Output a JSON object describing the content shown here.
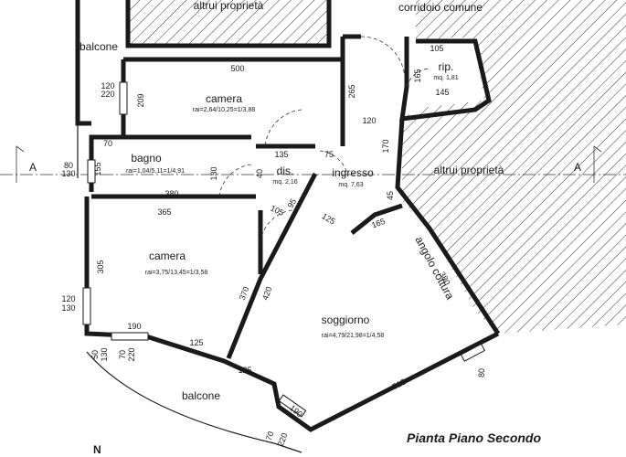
{
  "title": "Pianta Piano Secondo",
  "north": "N",
  "section_marks": [
    "A",
    "A"
  ],
  "rooms": {
    "altrui_top": "altrui proprietà",
    "corridoio": "corridoio comune",
    "balcone_top": "balcone",
    "camera1": "camera",
    "camera1_ratio": "rai=2,64/10,25=1/3,88",
    "rip": "rip.",
    "rip_area": "mq. 1,81",
    "bagno": "bagno",
    "bagno_ratio": "rai=1,04/5,11=1/4,91",
    "dis": "dis.",
    "dis_area": "mq. 2,16",
    "ingresso": "ingresso",
    "ingresso_area": "mq. 7,63",
    "altrui_right": "altrui proprietà",
    "camera2": "camera",
    "camera2_ratio": "rai=3,75/13,45=1/3,58",
    "soggiorno": "soggiorno",
    "soggiorno_ratio": "rai=4,79/21,98=1/4,58",
    "angolo": "angolo cottura",
    "balcone_bottom": "balcone"
  },
  "dims": {
    "d500": "500",
    "d209": "209",
    "d120_220_top": "120",
    "d220_top": "220",
    "d265": "265",
    "d120": "120",
    "d170": "170",
    "d105_rip": "105",
    "d165_rip": "165",
    "d145": "145",
    "d70": "70",
    "d135": "135",
    "d75": "75",
    "d155": "155",
    "d80": "80",
    "d130_a": "130",
    "d130_b": "130",
    "d40": "40",
    "d380_h": "380",
    "d45": "45",
    "d105": "105",
    "d95": "95",
    "d125_a": "125",
    "d165": "165",
    "d365": "365",
    "d305": "305",
    "d370": "370",
    "d420": "420",
    "d380_d": "380",
    "d120_l": "120",
    "d130_l": "130",
    "d190_a": "190",
    "d125_b": "125",
    "d125_c": "125",
    "d515": "515",
    "d190_b": "190",
    "d80_r": "80",
    "d50": "50",
    "d130_bl": "130",
    "d70_bl": "70",
    "d220_bl": "220",
    "d70_bb": "70",
    "d220_bb": "220"
  }
}
